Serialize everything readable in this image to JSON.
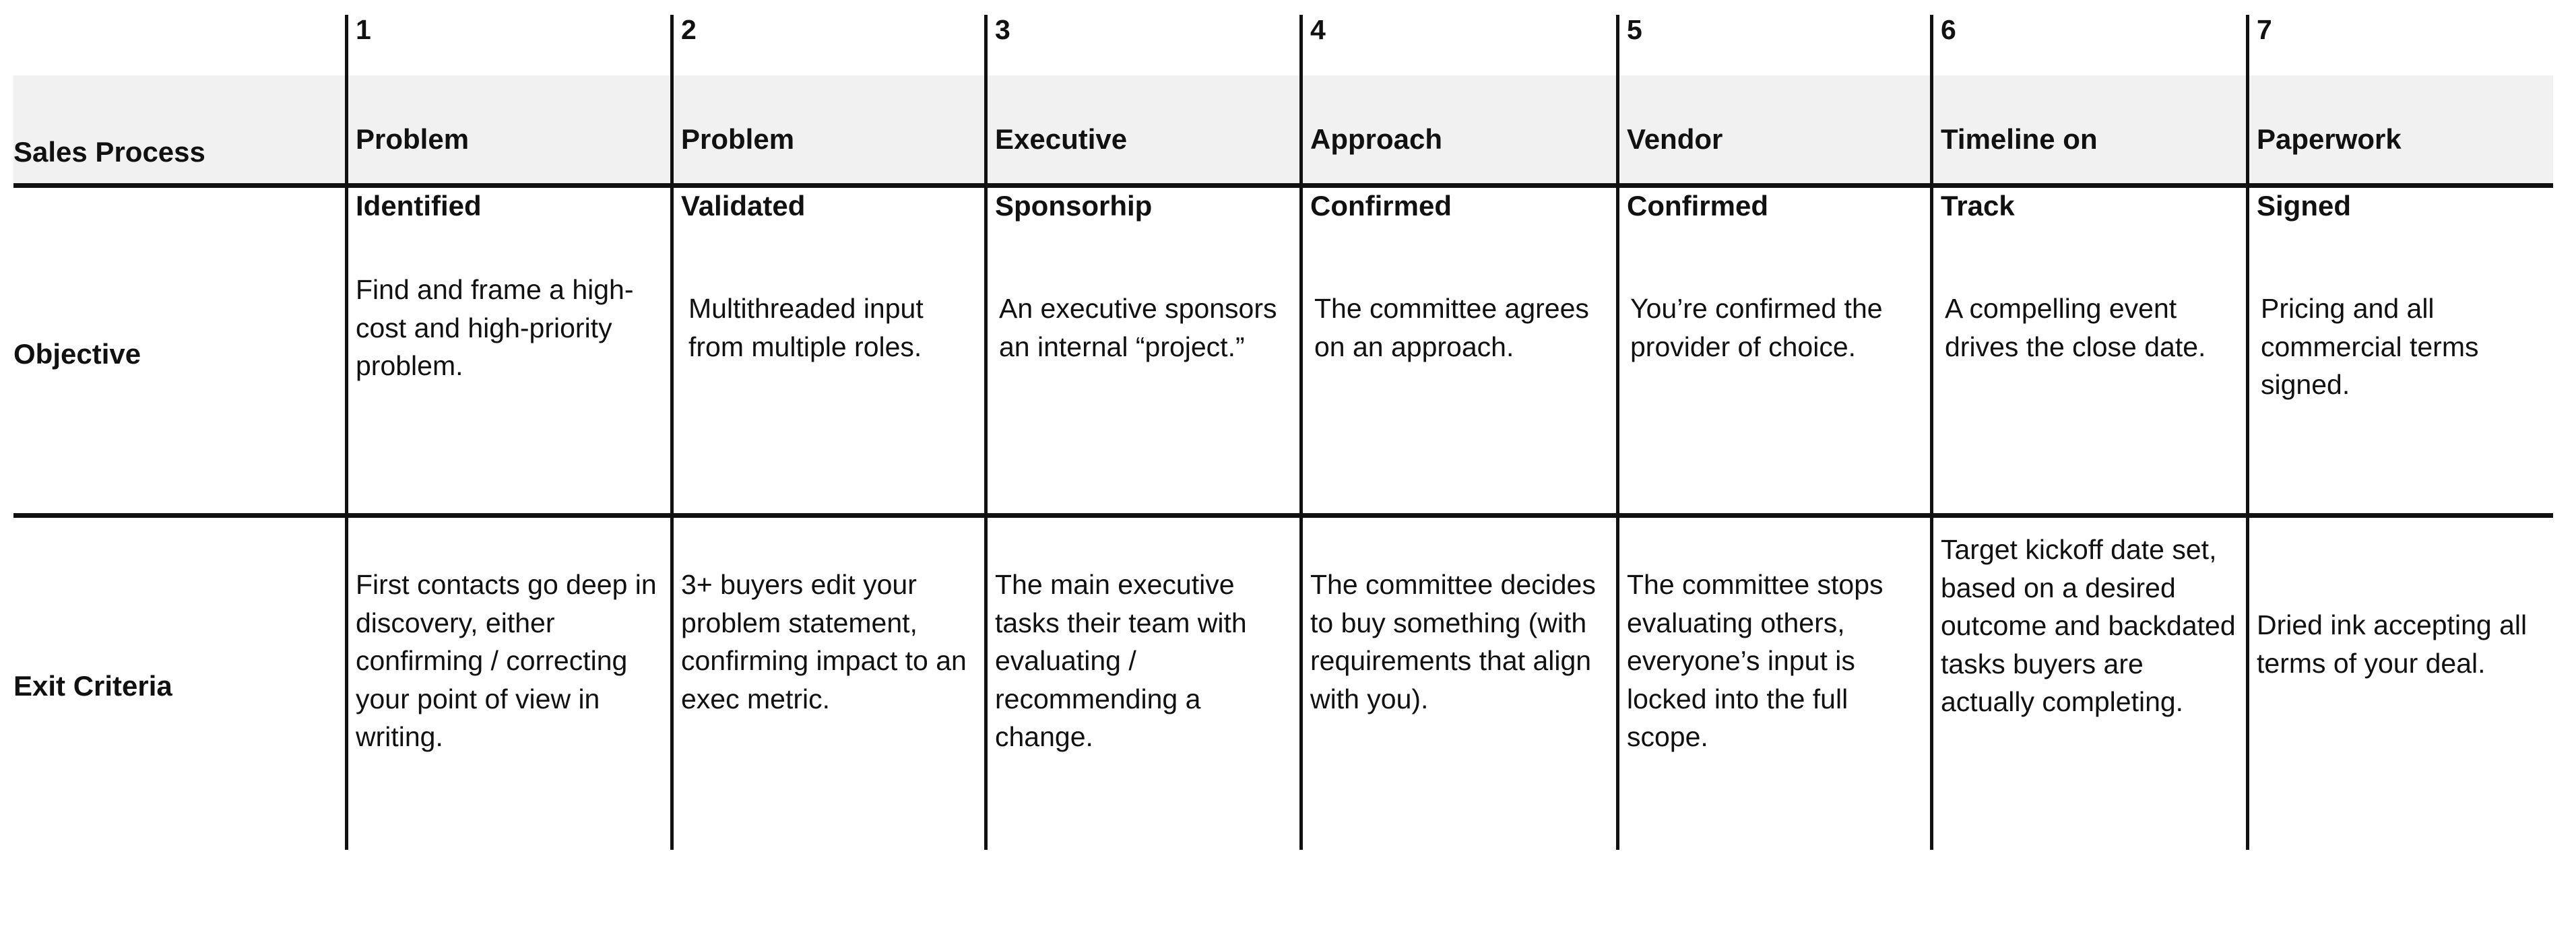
{
  "table": {
    "corner_label": "Sales Process",
    "row_labels": [
      "Objective",
      "Exit Criteria"
    ],
    "stages": [
      {
        "number": "1",
        "name_line1": "Problem",
        "name_line2": "Identified"
      },
      {
        "number": "2",
        "name_line1": "Problem",
        "name_line2": "Validated"
      },
      {
        "number": "3",
        "name_line1": "Executive",
        "name_line2": "Sponsorhip"
      },
      {
        "number": "4",
        "name_line1": "Approach",
        "name_line2": "Confirmed"
      },
      {
        "number": "5",
        "name_line1": "Vendor",
        "name_line2": "Confirmed"
      },
      {
        "number": "6",
        "name_line1": "Timeline on",
        "name_line2": "Track"
      },
      {
        "number": "7",
        "name_line1": "Paperwork",
        "name_line2": "Signed"
      }
    ],
    "rows": [
      {
        "label": "Objective",
        "cells": [
          "Find and frame a high-cost and high-priority problem.",
          "Multithreaded input from multiple roles.",
          "An executive sponsors an internal “project.”",
          "The committee agrees on an approach.",
          "You’re confirmed the provider of choice.",
          "A compelling event drives the close date.",
          "Pricing and all commercial terms signed."
        ]
      },
      {
        "label": "Exit Criteria",
        "cells": [
          "First contacts go deep in discovery, either confirming / correcting your point of view in writing.",
          "3+ buyers edit your problem statement, confirming impact to an exec metric.",
          "The main executive tasks their team with evaluating / recommending a change.",
          "The committee decides to buy something (with requirements that align with you).",
          "The committee stops evaluating others, everyone’s input is locked into the full scope.",
          "Target kickoff date set, based on a desired outcome and backdated tasks buyers are actually completing.",
          "Dried ink accepting all terms of your deal."
        ]
      }
    ]
  },
  "colors": {
    "header_band": "#f1f1f1",
    "rule": "#111111",
    "text": "#111111",
    "background": "#ffffff"
  }
}
